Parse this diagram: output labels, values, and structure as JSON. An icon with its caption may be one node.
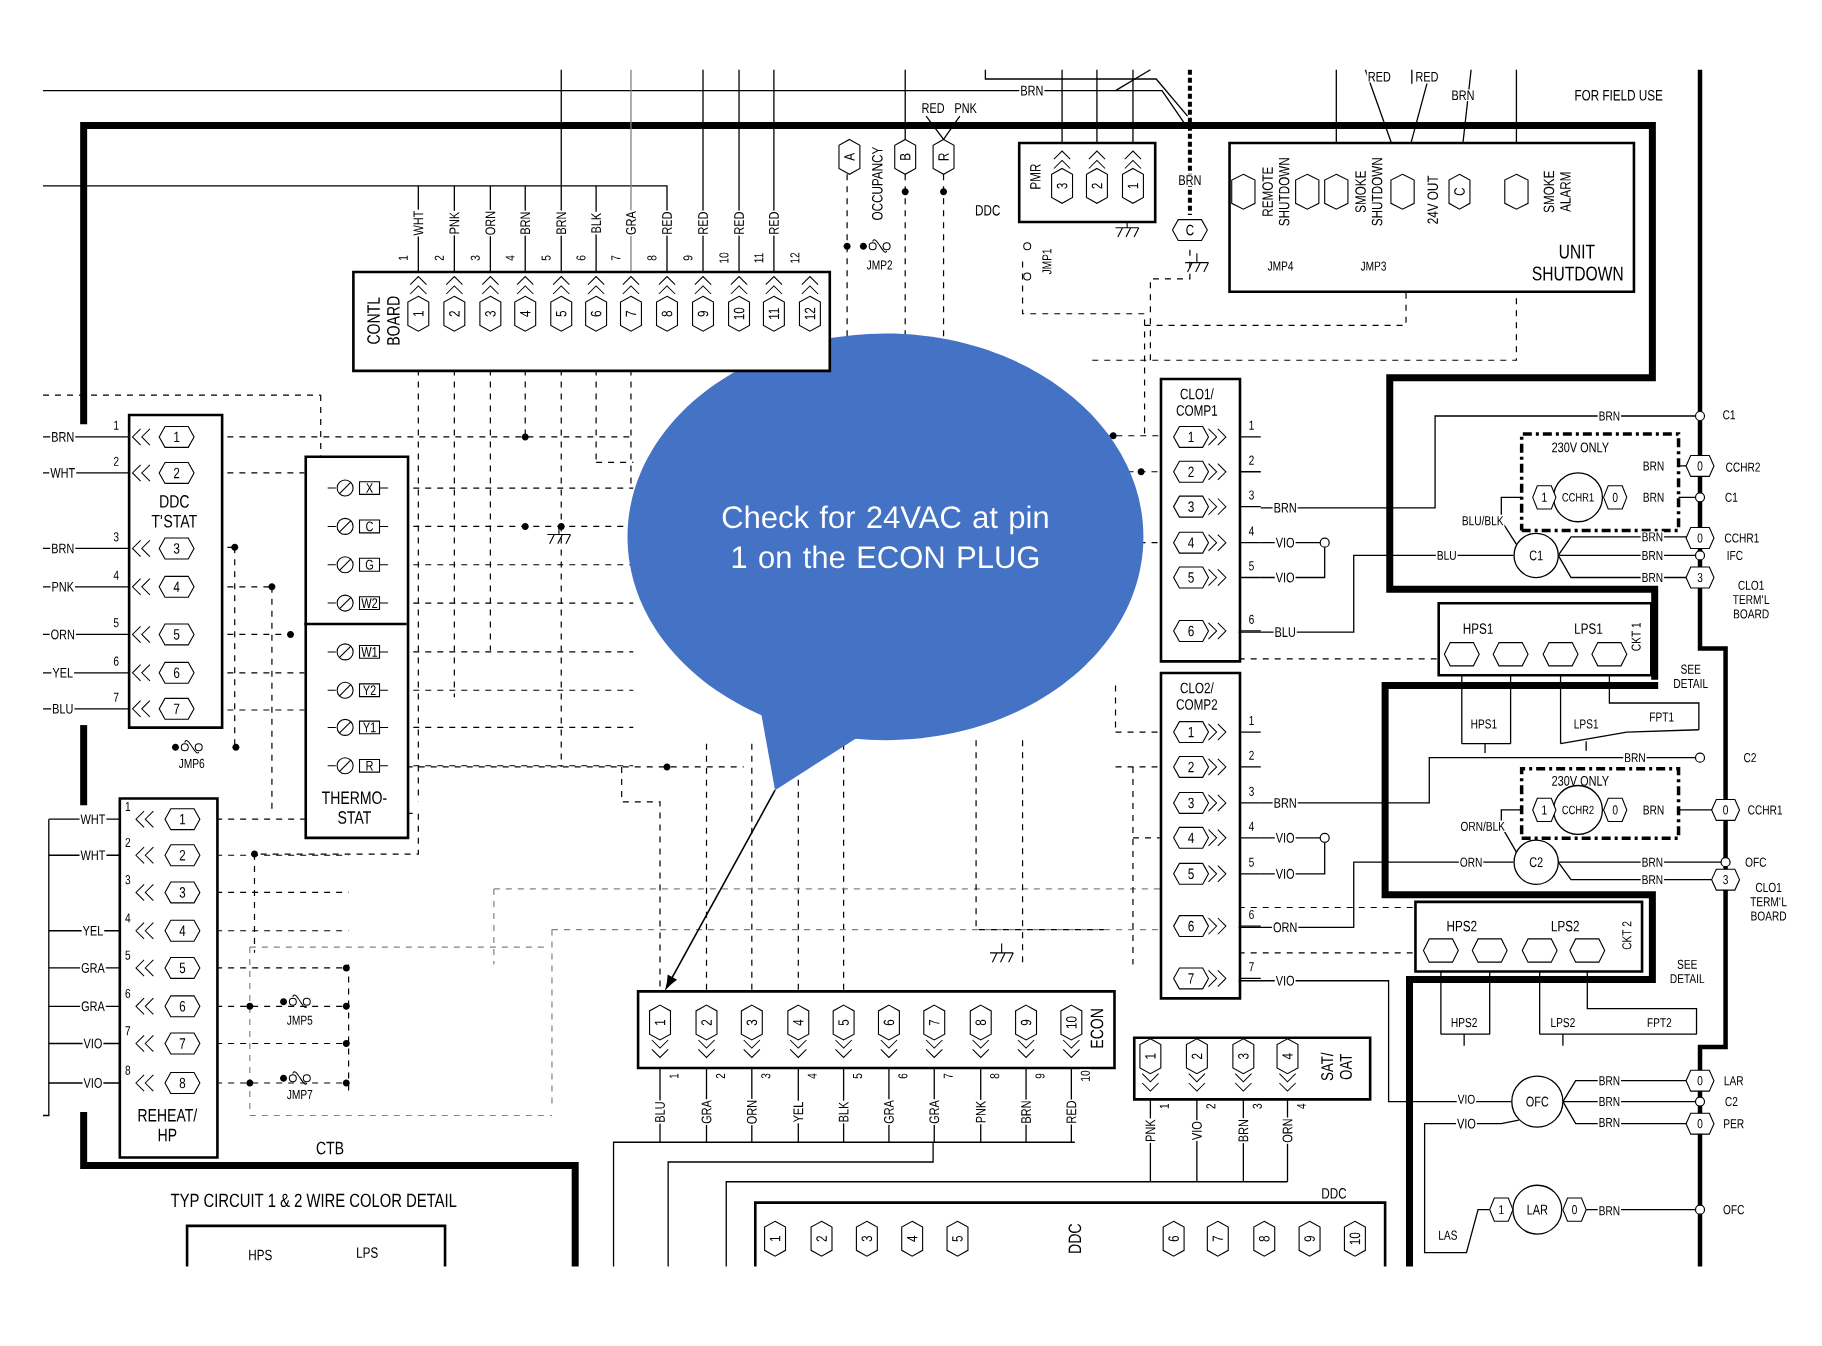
{
  "diagram": {
    "nodes": [
      {
        "text": [
          "Check for 24VAC at pin 1 on the ECON PLUG"
        ]
      },
      {
        "text": [
          "CONTL BOARD",
          "1",
          "2",
          "3",
          "4",
          "5",
          "6",
          "7",
          "8",
          "9",
          "10",
          "11",
          "12"
        ]
      },
      {
        "text": [
          "A"
        ]
      },
      {
        "text": [
          "B"
        ]
      },
      {
        "text": [
          "R"
        ]
      },
      {
        "text": [
          "PMR",
          "3",
          "2",
          "1"
        ]
      },
      {
        "text": [
          "C"
        ]
      },
      {
        "text": [
          "UNIT SHUTDOWN",
          "C"
        ]
      },
      {
        "text": [
          "DDC T'STAT",
          "1",
          "2",
          "3",
          "4",
          "5",
          "6",
          "7"
        ]
      },
      {
        "text": [
          "X",
          "C",
          "G",
          "W2",
          "W1",
          "Y2",
          "Y1",
          "R",
          "THERMO- STAT"
        ]
      },
      {
        "text": [
          "1",
          "2",
          "3",
          "4",
          "5",
          "6",
          "7",
          "8",
          "REHEAT/ HP"
        ]
      },
      {
        "text": [
          "1",
          "2",
          "3",
          "4",
          "5",
          "6",
          "7",
          "8",
          "9",
          "10",
          "ECON"
        ]
      },
      {
        "text": [
          "1",
          "2",
          "3",
          "4",
          "SAT/ OAT"
        ]
      },
      {
        "text": [
          "1",
          "2",
          "3",
          "4",
          "5",
          "DDC",
          "6",
          "7",
          "8",
          "9",
          "10"
        ]
      },
      {
        "text": [
          "CLO1/ COMP1",
          "1",
          "2",
          "3",
          "4",
          "5",
          "6"
        ]
      },
      {
        "text": [
          "CLO2/ COMP2",
          "1",
          "2",
          "3",
          "4",
          "5",
          "6",
          "7"
        ]
      },
      {
        "text": [
          "230V ONLY"
        ]
      },
      {
        "text": [
          "1",
          "CCHR1",
          "0"
        ],
        "in": 16
      },
      {
        "text": [
          "C1"
        ]
      },
      {
        "text": [
          "HPS1",
          "LPS1",
          "CKT 1"
        ]
      },
      {
        "text": [
          "230V ONLY"
        ]
      },
      {
        "text": [
          "1",
          "CCHR2",
          "0"
        ],
        "in": 20
      },
      {
        "text": [
          "C2"
        ]
      },
      {
        "text": [
          "HPS2",
          "LPS2",
          "CKT 2"
        ]
      },
      {
        "text": [
          "OFC"
        ]
      },
      {
        "text": [
          "1",
          "LAR",
          "0"
        ]
      },
      {
        "text": [
          "HPS",
          "LPS"
        ]
      },
      {
        "text": [
          "0"
        ]
      },
      {
        "text": [
          "0"
        ]
      },
      {
        "text": [
          "3"
        ]
      },
      {
        "text": [
          "0"
        ]
      },
      {
        "text": [
          "3"
        ]
      },
      {
        "text": [
          "0"
        ]
      },
      {
        "text": [
          "0"
        ]
      }
    ],
    "edges": [
      {
        "from": 0,
        "to": 11,
        "arrow": "to"
      },
      {
        "from": 14,
        "to": 18,
        "arrow": "none",
        "label": "BLU"
      },
      {
        "from": 15,
        "to": 22,
        "arrow": "none",
        "label": "ORN"
      },
      {
        "from": 15,
        "to": 24,
        "arrow": "none",
        "label": "VIO"
      },
      {
        "from": 24,
        "to": 25,
        "arrow": "none",
        "label": "VIO"
      }
    ],
    "labels": [
      "BRN",
      "RED",
      "PNK",
      "RED",
      "RED",
      "BRN",
      "FOR FIELD USE",
      "WHT",
      "PNK",
      "ORN",
      "BRN",
      "BRN",
      "BLK",
      "GRA",
      "RED",
      "RED",
      "RED",
      "RED",
      "1",
      "2",
      "3",
      "4",
      "5",
      "6",
      "7",
      "8",
      "9",
      "10",
      "11",
      "12",
      "OCCUPANCY",
      "JMP2",
      "DDC",
      "JMP1",
      "BRN",
      "REMOTE SHUTDOWN",
      "SMOKE SHUTDOWN",
      "24V OUT",
      "SMOKE ALARM",
      "JMP4",
      "JMP3",
      "BRN",
      "WHT",
      "BRN",
      "PNK",
      "ORN",
      "YEL",
      "BLU",
      "1",
      "2",
      "3",
      "4",
      "5",
      "6",
      "7",
      "JMP6",
      "WHT",
      "WHT",
      "YEL",
      "GRA",
      "GRA",
      "VIO",
      "VIO",
      "1",
      "2",
      "3",
      "4",
      "5",
      "6",
      "7",
      "8",
      "JMP5",
      "JMP7",
      "CTB",
      "TYP CIRCUIT 1 & 2 WIRE COLOR DETAIL",
      "1",
      "2",
      "3",
      "4",
      "5",
      "6",
      "7",
      "8",
      "9",
      "10",
      "BLU",
      "GRA",
      "ORN",
      "YEL",
      "BLK",
      "GRA",
      "GRA",
      "PNK",
      "BRN",
      "RED",
      "1",
      "2",
      "3",
      "4",
      "PNK",
      "VIO",
      "BRN",
      "ORN",
      "DDC",
      "1",
      "2",
      "3",
      "4",
      "5",
      "6",
      "BRN",
      "VIO",
      "VIO",
      "1",
      "2",
      "3",
      "4",
      "5",
      "6",
      "7",
      "BRN",
      "VIO",
      "VIO",
      "BRN",
      "C1",
      "BRN",
      "CCHR2",
      "BLU/BLK",
      "BRN",
      "C1",
      "BLU",
      "BRN",
      "CCHR1",
      "BRN",
      "IFC",
      "BRN",
      "CLO1 TERM'L BOARD",
      "SEE DETAIL",
      "HPS1",
      "LPS1",
      "FPT1",
      "BRN",
      "C2",
      "BRN",
      "CCHR1",
      "ORN/BLK",
      "ORN",
      "BRN",
      "OFC",
      "BRN",
      "CLO1 TERM'L BOARD",
      "SEE DETAIL",
      "HPS2",
      "LPS2",
      "FPT2",
      "BRN",
      "LAR",
      "VIO",
      "BRN",
      "C2",
      "BRN",
      "PER",
      "BRN",
      "OFC",
      "LAS"
    ]
  }
}
